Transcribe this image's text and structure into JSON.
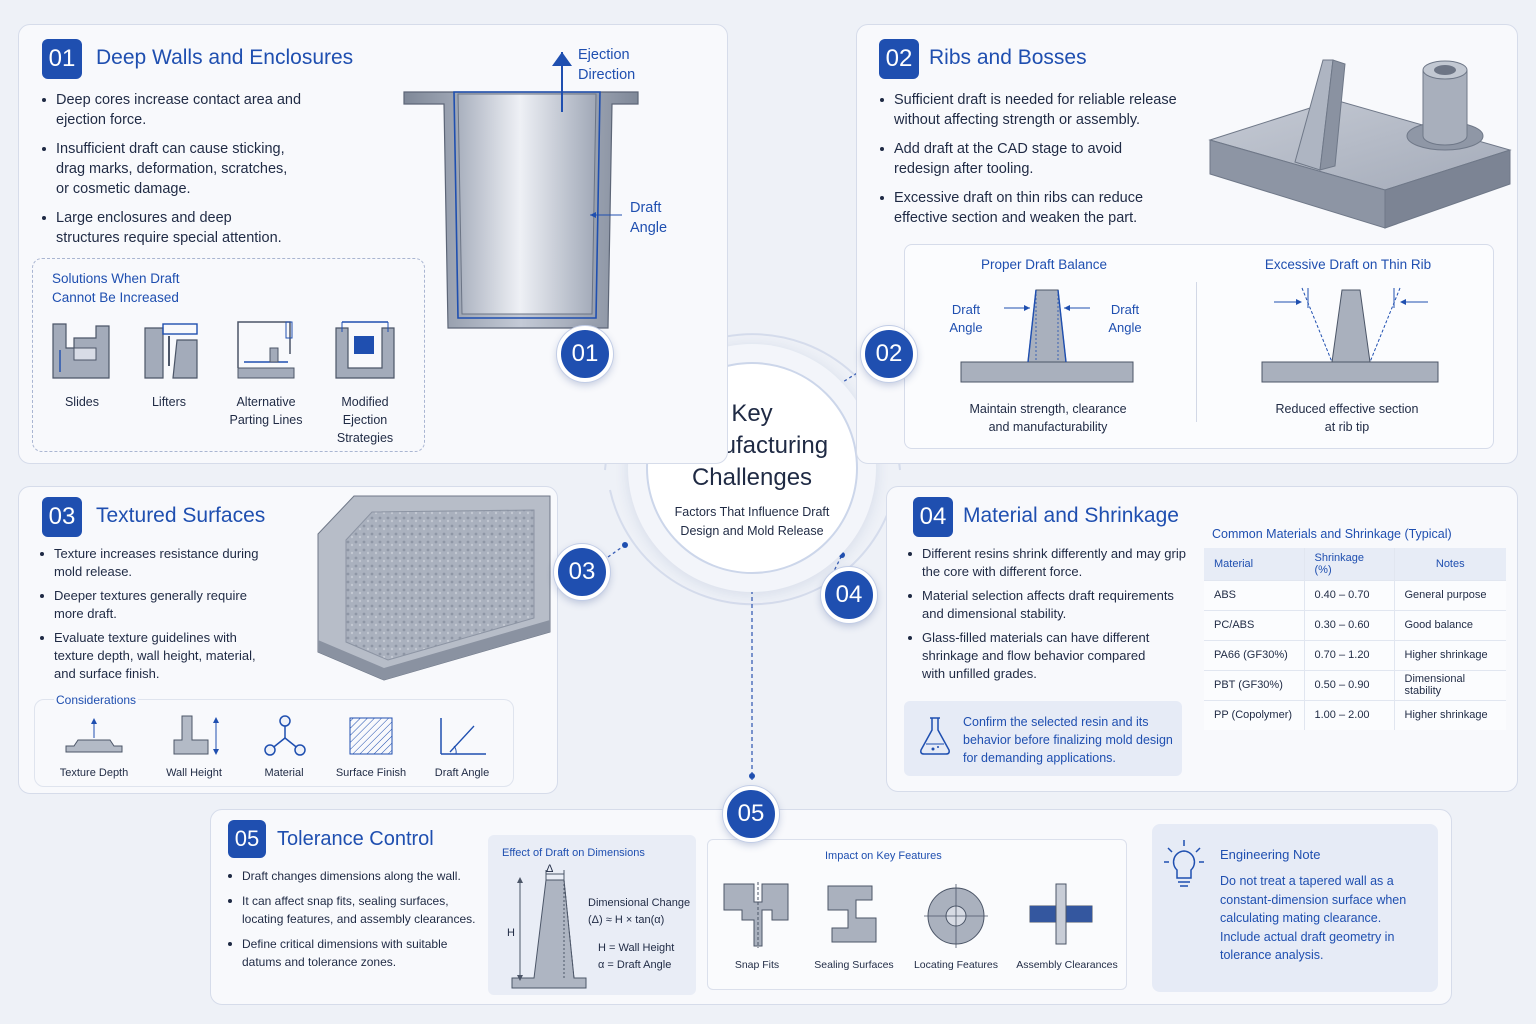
{
  "colors": {
    "accent": "#1f4fb0",
    "panel": "#f8f9fc",
    "metal": "#9ea6b6"
  },
  "hub": {
    "title": [
      "Key",
      "Manufacturing",
      "Challenges"
    ],
    "subtitle": [
      "Factors That Influence Draft",
      "Design and Mold Release"
    ],
    "nodes": [
      "01",
      "02",
      "03",
      "04",
      "05"
    ]
  },
  "sec1": {
    "num": "01",
    "title": "Deep Walls and Enclosures",
    "bullets": [
      [
        "Deep cores increase contact area and",
        "ejection force."
      ],
      [
        "Insufficient draft can cause sticking,",
        "drag marks, deformation, scratches,",
        "or cosmetic damage."
      ],
      [
        "Large enclosures and deep",
        "structures require special attention."
      ]
    ],
    "ejection": [
      "Ejection",
      "Direction"
    ],
    "draft": [
      "Draft",
      "Angle"
    ],
    "solutions_title": [
      "Solutions When Draft",
      "Cannot Be Increased"
    ],
    "solutions": [
      {
        "label": [
          "Slides"
        ],
        "icon": "slide-icon"
      },
      {
        "label": [
          "Lifters"
        ],
        "icon": "lifter-icon"
      },
      {
        "label": [
          "Alternative",
          "Parting Lines"
        ],
        "icon": "parting-line-icon"
      },
      {
        "label": [
          "Modified",
          "Ejection",
          "Strategies"
        ],
        "icon": "ejection-icon"
      }
    ]
  },
  "sec2": {
    "num": "02",
    "title": "Ribs and Bosses",
    "bullets": [
      [
        "Sufficient draft is needed for reliable release",
        "without affecting strength or assembly."
      ],
      [
        "Add draft at the CAD stage to avoid",
        "redesign after tooling."
      ],
      [
        "Excessive draft on thin ribs can reduce",
        "effective section and weaken the part."
      ]
    ],
    "left_title": "Proper Draft Balance",
    "left_draft_l": [
      "Draft",
      "Angle"
    ],
    "left_draft_r": [
      "Draft",
      "Angle"
    ],
    "left_caption": [
      "Maintain strength, clearance",
      "and manufacturability"
    ],
    "right_title": "Excessive Draft on Thin Rib",
    "right_caption": [
      "Reduced effective section",
      "at rib tip"
    ]
  },
  "sec3": {
    "num": "03",
    "title": "Textured Surfaces",
    "bullets": [
      [
        "Texture increases resistance during",
        "mold release."
      ],
      [
        "Deeper textures generally require",
        "more draft."
      ],
      [
        "Evaluate texture guidelines with",
        "texture depth, wall height, material,",
        "and surface finish."
      ]
    ],
    "considerations_title": "Considerations",
    "considerations": [
      {
        "label": "Texture Depth",
        "icon": "texture-depth-icon"
      },
      {
        "label": "Wall Height",
        "icon": "wall-height-icon"
      },
      {
        "label": "Material",
        "icon": "molecule-icon"
      },
      {
        "label": "Surface Finish",
        "icon": "surface-finish-icon"
      },
      {
        "label": "Draft Angle",
        "icon": "draft-angle-icon"
      }
    ]
  },
  "sec4": {
    "num": "04",
    "title": "Material and Shrinkage",
    "bullets": [
      [
        "Different resins shrink differently and may grip",
        "the core with different force."
      ],
      [
        "Material selection affects draft requirements",
        "and dimensional stability."
      ],
      [
        "Glass-filled materials can have different",
        "shrinkage and flow behavior compared",
        "with unfilled grades."
      ]
    ],
    "note": [
      "Confirm the selected resin and its",
      "behavior before finalizing mold design",
      "for demanding applications."
    ],
    "table_title": "Common Materials and Shrinkage (Typical)",
    "table_headers": [
      "Material",
      "Shrinkage (%)",
      "Notes"
    ],
    "table_rows": [
      [
        "ABS",
        "0.40 – 0.70",
        "General purpose"
      ],
      [
        "PC/ABS",
        "0.30 – 0.60",
        "Good balance"
      ],
      [
        "PA66 (GF30%)",
        "0.70 – 1.20",
        "Higher shrinkage"
      ],
      [
        "PBT (GF30%)",
        "0.50 – 0.90",
        "Dimensional stability"
      ],
      [
        "PP (Copolymer)",
        "1.00 – 2.00",
        "Higher shrinkage"
      ]
    ]
  },
  "sec5": {
    "num": "05",
    "title": "Tolerance Control",
    "bullets": [
      [
        "Draft changes dimensions along the wall."
      ],
      [
        "It can affect snap fits, sealing surfaces,",
        "locating features, and assembly clearances."
      ],
      [
        "Define critical dimensions with suitable",
        "datums and tolerance zones."
      ]
    ],
    "effect_title": "Effect of Draft on Dimensions",
    "delta": "Δ",
    "h": "H",
    "formula": [
      "Dimensional Change",
      "(Δ) ≈ H × tan(α)"
    ],
    "legend": [
      "H = Wall Height",
      "α = Draft Angle"
    ],
    "impact_title": "Impact on Key Features",
    "impacts": [
      {
        "label": "Snap Fits",
        "icon": "snap-fit-icon"
      },
      {
        "label": "Sealing Surfaces",
        "icon": "sealing-surface-icon"
      },
      {
        "label": "Locating Features",
        "icon": "locating-feature-icon"
      },
      {
        "label": "Assembly Clearances",
        "icon": "assembly-clearance-icon"
      }
    ],
    "note_title": "Engineering Note",
    "note": [
      "Do not treat a tapered wall as a",
      "constant-dimension surface when",
      "calculating mating clearance.",
      "Include actual draft geometry in",
      "tolerance analysis."
    ]
  }
}
